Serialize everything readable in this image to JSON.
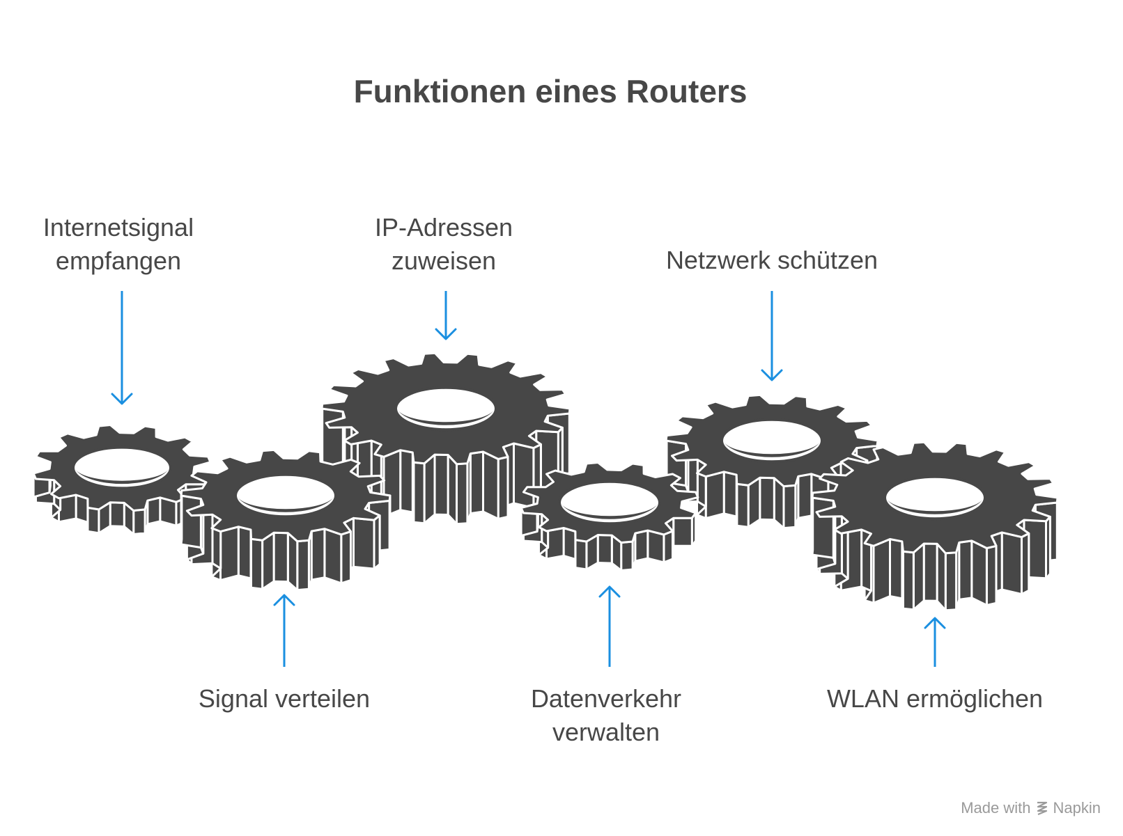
{
  "title": "Funktionen eines Routers",
  "colors": {
    "gear": "#474747",
    "arrow": "#1a8fe0",
    "text": "#474747",
    "footer": "#9a9a9a"
  },
  "functions": [
    {
      "label": "Internetsignal\nempfangen"
    },
    {
      "label": "Signal verteilen"
    },
    {
      "label": "IP-Adressen\nzuweisen"
    },
    {
      "label": "Datenverkehr\nverwalten"
    },
    {
      "label": "Netzwerk schützen"
    },
    {
      "label": "WLAN ermöglichen"
    }
  ],
  "footer": {
    "made_with": "Made with",
    "brand": "Napkin",
    "icon": "napkin-logo-icon"
  }
}
